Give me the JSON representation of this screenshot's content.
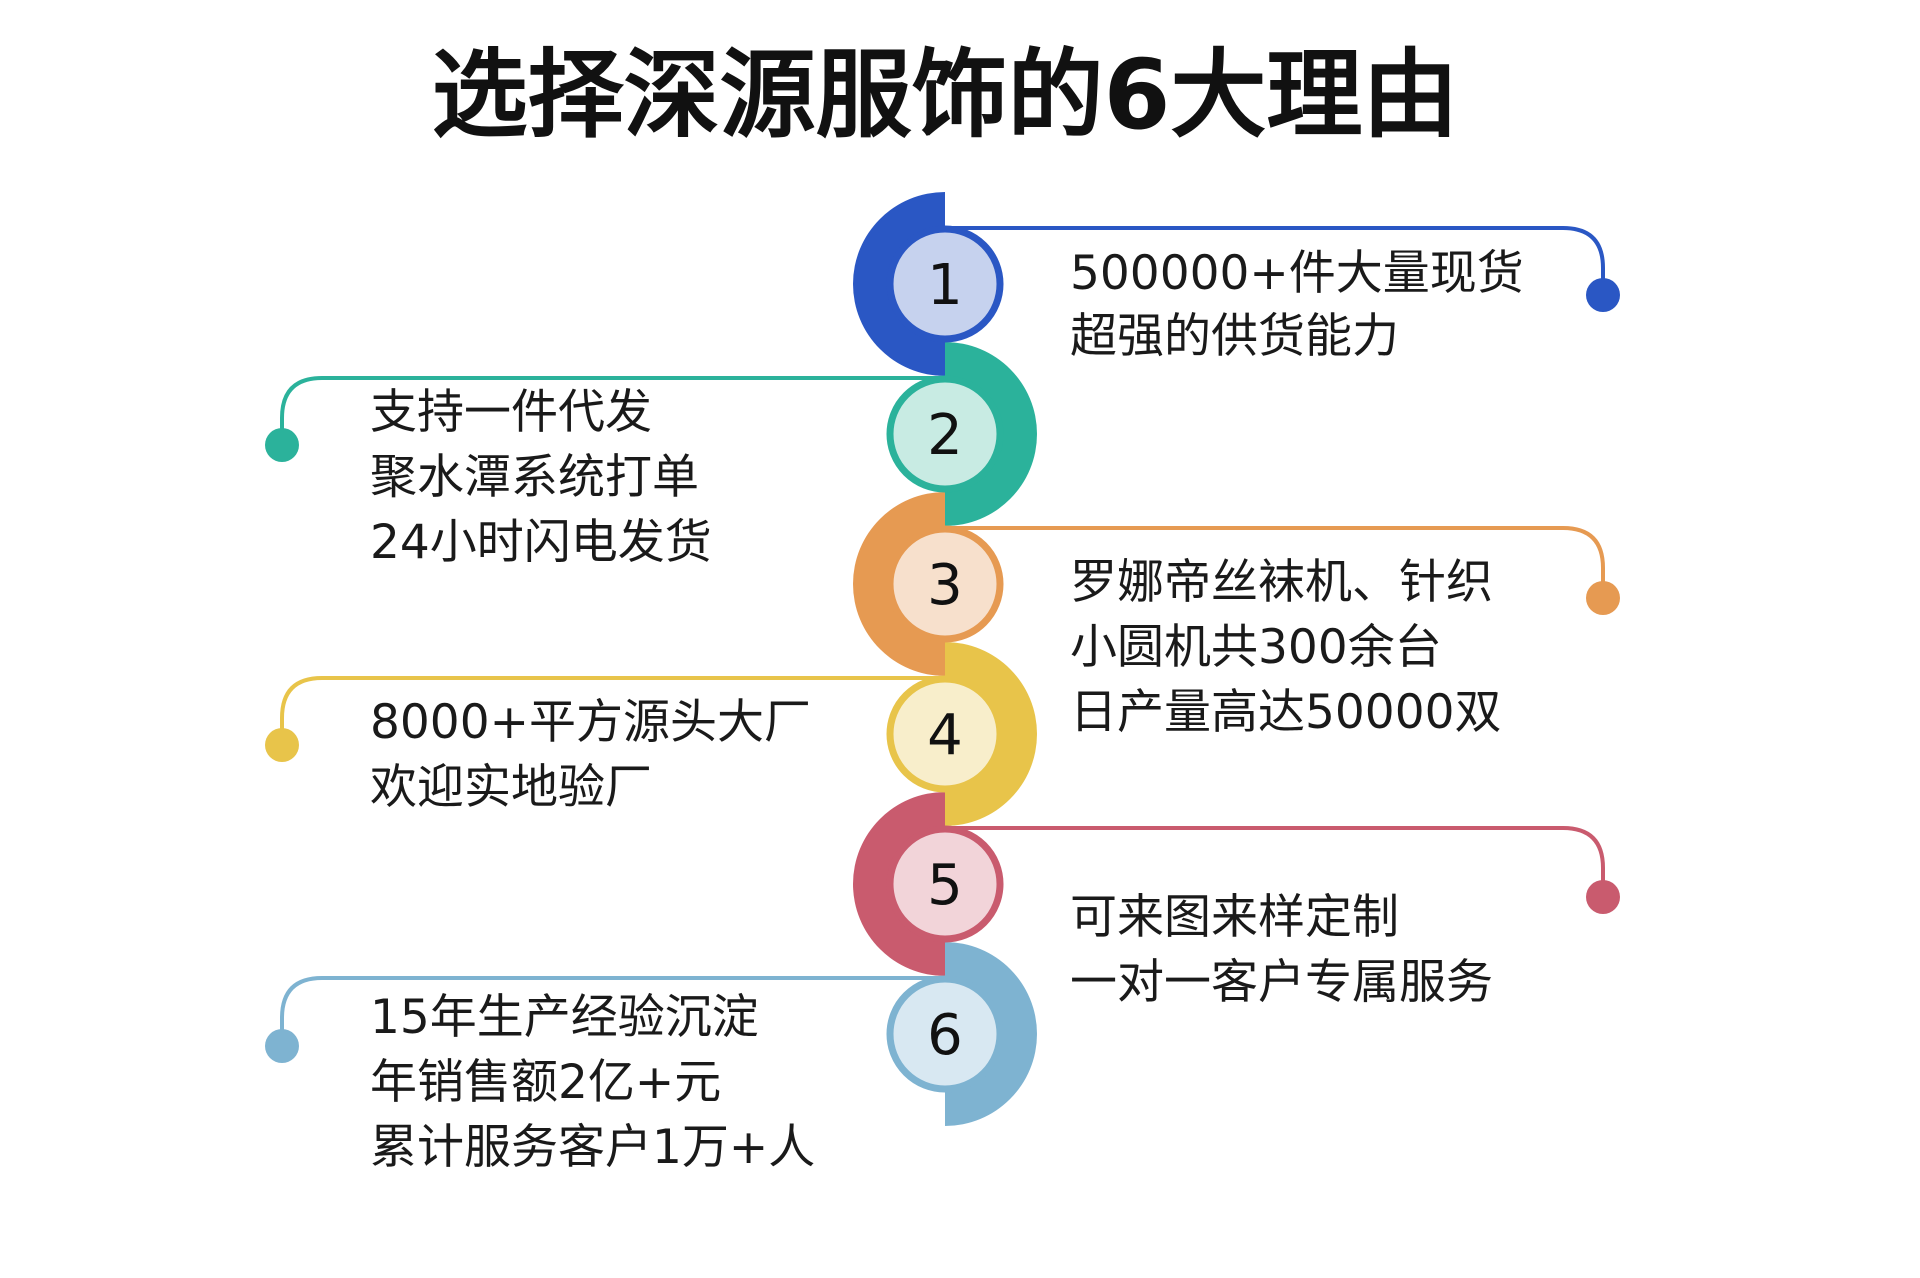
{
  "title": "选择深源服饰的6大理由",
  "reasons": [
    {
      "number": "1",
      "color": "#2a57c4",
      "light": "#c6d2ee",
      "side": "right",
      "lines": [
        "500000+件大量现货",
        "超强的供货能力"
      ]
    },
    {
      "number": "2",
      "color": "#2bb29b",
      "light": "#c8ebe3",
      "side": "left",
      "lines": [
        "支持一件代发",
        "聚水潭系统打单",
        "24小时闪电发货"
      ]
    },
    {
      "number": "3",
      "color": "#e69a52",
      "light": "#f7e0cc",
      "side": "right",
      "lines": [
        "罗娜帝丝袜机、针织",
        "小圆机共300余台",
        "日产量高达50000双"
      ]
    },
    {
      "number": "4",
      "color": "#e8c44a",
      "light": "#f8eecb",
      "side": "left",
      "lines": [
        "8000+平方源头大厂",
        "欢迎实地验厂"
      ]
    },
    {
      "number": "5",
      "color": "#c95b6e",
      "light": "#f2d4d9",
      "side": "right",
      "lines": [
        "可来图来样定制",
        "一对一客户专属服务"
      ]
    },
    {
      "number": "6",
      "color": "#7eb3d1",
      "light": "#d8e8f2",
      "side": "left",
      "lines": [
        "15年生产经验沉淀",
        "年销售额2亿+元",
        "累计服务客户1万+人"
      ]
    }
  ]
}
